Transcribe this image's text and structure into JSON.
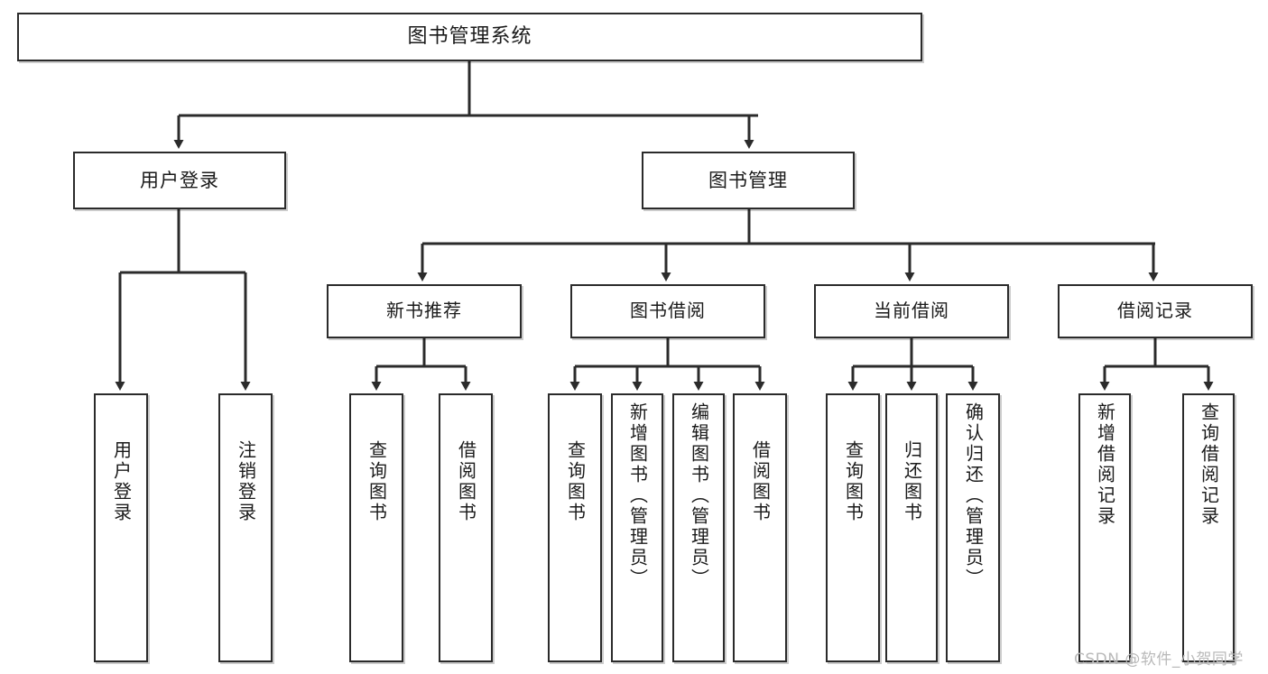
{
  "diagram": {
    "title": "图书管理系统",
    "watermark": "CSDN @软件_小贺同学",
    "line_color": "#2b2b2b",
    "box_border_color": "#2b2b2b",
    "box_fill_color": "#ffffff",
    "text_color": "#1a1a1a",
    "watermark_color": "#b9b9b9"
  },
  "nodes": {
    "root": {
      "label": "图书管理系统"
    },
    "level2": [
      {
        "label": "用户登录"
      },
      {
        "label": "图书管理"
      }
    ],
    "level3": [
      {
        "label": "新书推荐"
      },
      {
        "label": "图书借阅"
      },
      {
        "label": "当前借阅"
      },
      {
        "label": "借阅记录"
      }
    ],
    "leaves": {
      "user_login": [
        {
          "label": "用户登录"
        },
        {
          "label": "注销登录"
        }
      ],
      "new_book": [
        {
          "label": "查询图书"
        },
        {
          "label": "借阅图书"
        }
      ],
      "book_borrow": [
        {
          "label": "查询图书"
        },
        {
          "label": "新增图书（管理员）"
        },
        {
          "label": "编辑图书（管理员）"
        },
        {
          "label": "借阅图书"
        }
      ],
      "current_borrow": [
        {
          "label": "查询图书"
        },
        {
          "label": "归还图书"
        },
        {
          "label": "确认归还（管理员）"
        }
      ],
      "borrow_record": [
        {
          "label": "新增借阅记录"
        },
        {
          "label": "查询借阅记录"
        }
      ]
    }
  }
}
